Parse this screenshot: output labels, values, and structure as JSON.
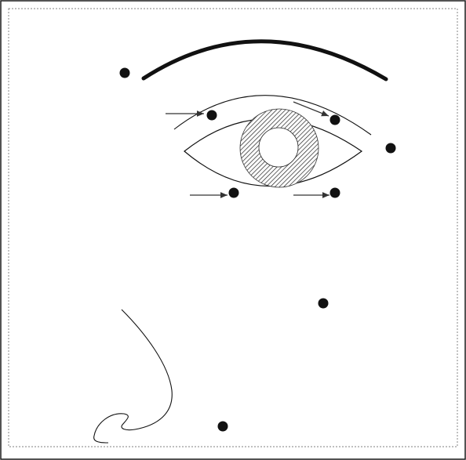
{
  "colors": {
    "background": "#ffffff",
    "frame": "#1a1a1a",
    "dotted_border": "#9a9a9a",
    "line": "#111111",
    "arrow": "#333333",
    "iris_hatch": "#222222"
  },
  "figure": {
    "elements": [
      "eyebrow",
      "upper-eyelid-crease",
      "eye-outline",
      "iris-hatched",
      "pupil",
      "nose-outline"
    ],
    "marker_points": [
      "point-brow-lateral",
      "point-upper-lid-medial",
      "point-upper-lid-lateral",
      "point-lateral-canthus",
      "point-lower-lid-medial",
      "point-lower-lid-lateral",
      "point-cheek",
      "point-nasolabial"
    ],
    "arrows": [
      "arrow-upper-lid-medial",
      "arrow-upper-lid-lateral",
      "arrow-lower-lid-medial",
      "arrow-lower-lid-lateral"
    ]
  }
}
